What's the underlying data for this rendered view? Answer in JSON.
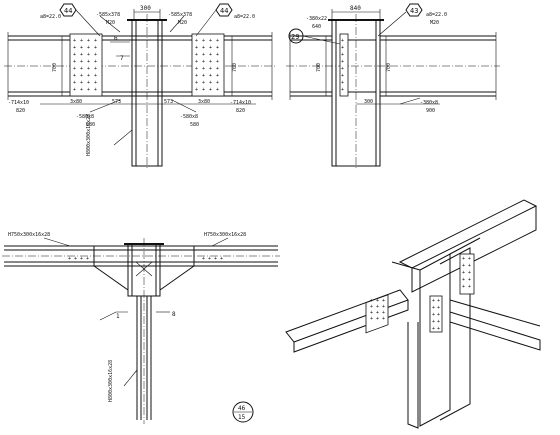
{
  "detail_a": {
    "bubble_left": "44",
    "bubble_right": "44",
    "top_dim": "300",
    "plate_note_left": "-585x378",
    "plate_note_left_sub": "M20",
    "plate_note_right": "-585x378",
    "plate_note_right_sub": "M20",
    "weld_left": "a8=22.0",
    "weld_right": "a8=22.0",
    "height_dim_left": "700",
    "height_dim_right": "700",
    "mark_6": "6",
    "mark_7": "7",
    "bottom_note_left": "-714x10",
    "bottom_note_left_sub": "820",
    "bottom_dims_left": "3x80",
    "bottom_dims_mid_left": "573",
    "bottom_dims_mid_right": "573",
    "bottom_dims_right": "3x80",
    "bottom_note_right": "-714x10",
    "bottom_note_right_sub": "820",
    "stiff_note_left": "-580x8",
    "stiff_note_left_sub": "580",
    "stiff_note_right": "-580x8",
    "stiff_note_right_sub": "580",
    "column_label": "H800x300x16x28"
  },
  "detail_b": {
    "top_dim": "840",
    "bubble_left": "29",
    "bubble_right": "43",
    "plate_note": "-380x22",
    "plate_note_sub": "640",
    "weld": "a8=22.0",
    "weld_sub": "M20",
    "height_dim_left": "700",
    "height_dim_right": "700",
    "bottom_dim": "300",
    "bottom_note": "-380x8",
    "bottom_note_sub": "900"
  },
  "detail_c": {
    "beam_left_label": "H750x300x16x28",
    "beam_right_label": "H750x300x16x28",
    "mark_1": "1",
    "mark_8": "8",
    "column_label": "H800x300x16x28"
  },
  "sheet_ref": {
    "top": "46",
    "bottom": "15"
  }
}
